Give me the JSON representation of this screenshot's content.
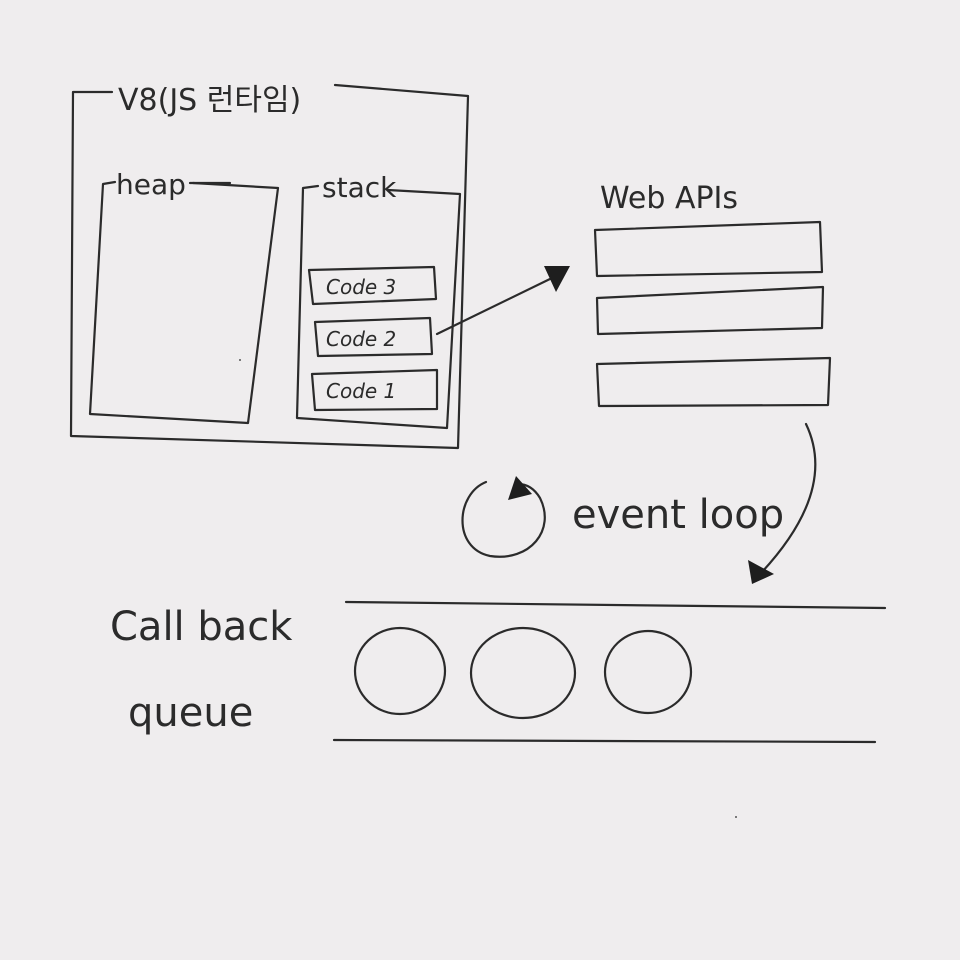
{
  "runtime": {
    "title": "V8(JS 런타임)",
    "heap_label": "heap",
    "stack_label": "stack",
    "stack_frames": [
      "Code 3",
      "Code 2",
      "Code 1"
    ]
  },
  "web_apis": {
    "label": "Web APIs",
    "slot_count": 3
  },
  "event_loop": {
    "label": "event loop"
  },
  "callback_queue": {
    "label_line1": "Call back",
    "label_line2": "queue",
    "item_count": 3
  }
}
